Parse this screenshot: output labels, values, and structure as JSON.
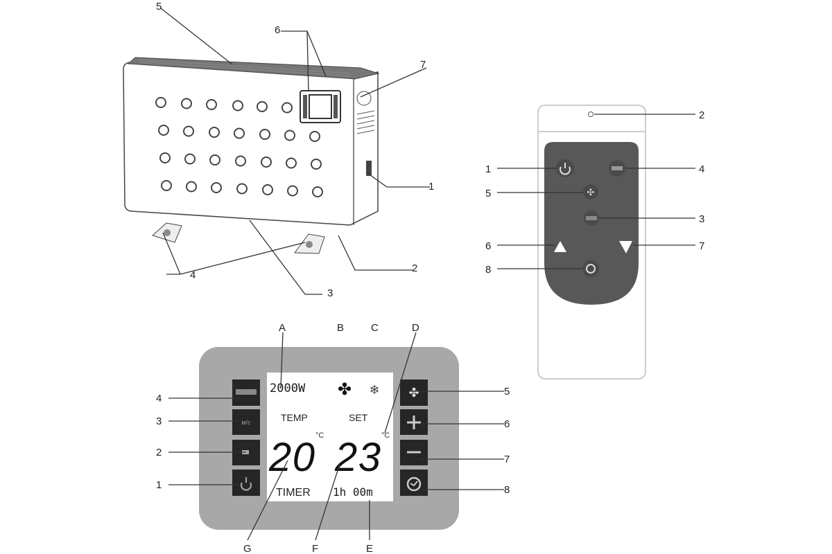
{
  "heater": {
    "callouts": [
      "5",
      "6",
      "7",
      "1",
      "2",
      "3",
      "4"
    ]
  },
  "remote": {
    "callouts": [
      "2",
      "1",
      "4",
      "5",
      "3",
      "6",
      "7",
      "8"
    ]
  },
  "control_panel": {
    "display": {
      "power": "2000W",
      "temp_label": "TEMP",
      "set_label": "SET",
      "current_temp": "20",
      "set_temp": "23",
      "unit": "°C",
      "timer_label": "TIMER",
      "timer_value": "1h 00m"
    },
    "left_button_callouts": [
      "4",
      "3",
      "2",
      "1"
    ],
    "right_button_callouts": [
      "5",
      "6",
      "7",
      "8"
    ],
    "display_callouts": [
      "A",
      "B",
      "C",
      "D",
      "E",
      "F",
      "G"
    ]
  }
}
